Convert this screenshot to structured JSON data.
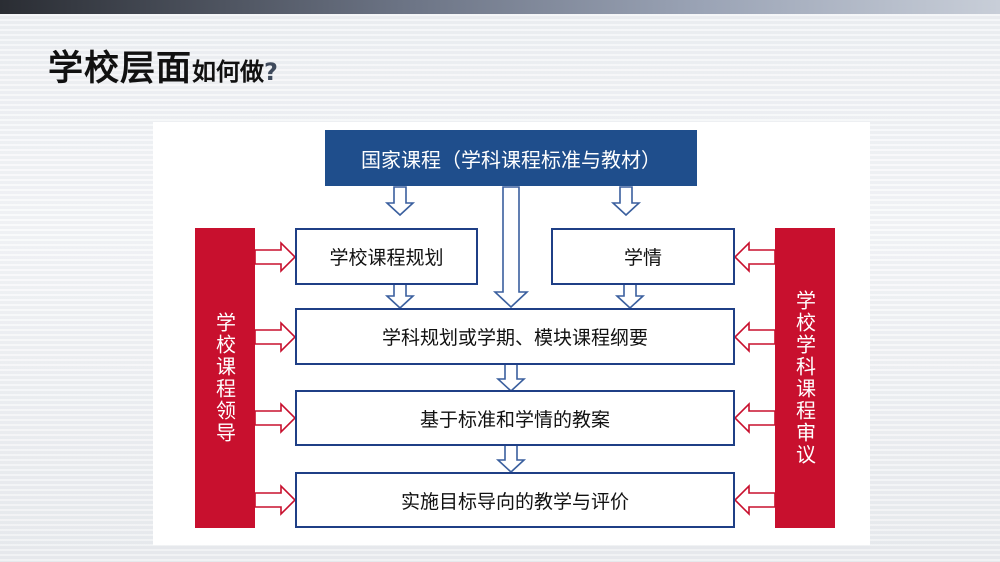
{
  "title": {
    "main": "学校层面",
    "sub": "如何做",
    "mark": "?"
  },
  "diagram": {
    "top": "国家课程（学科课程标准与教材）",
    "school_plan": "学校课程规划",
    "student_situation": "学情",
    "subject_plan": "学科规划或学期、模块课程纲要",
    "lesson_plan": "基于标准和学情的教案",
    "implementation": "实施目标导向的教学与评价",
    "left_bar": "学校课程领导",
    "right_bar": "学校学科课程审议"
  },
  "colors": {
    "blue": "#1f4e8c",
    "red": "#c8102e",
    "border": "#1f3f86"
  }
}
